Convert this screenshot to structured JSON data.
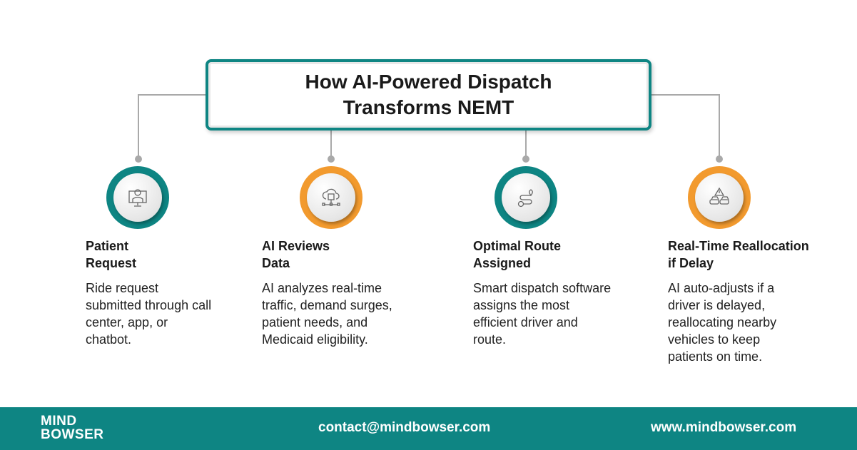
{
  "title": "How AI-Powered Dispatch Transforms NEMT",
  "colors": {
    "teal": "#0e8583",
    "orange": "#f29a2e",
    "connector": "#a9a9a9"
  },
  "steps": [
    {
      "heading": "Patient Request",
      "body": "Ride request submitted through call center, app, or chatbot.",
      "icon": "doctor-monitor-icon",
      "ring": "teal"
    },
    {
      "heading": "AI Reviews Data",
      "body": "AI analyzes real-time traffic, demand surges, patient needs, and Medicaid eligibility.",
      "icon": "cloud-network-icon",
      "ring": "orange"
    },
    {
      "heading": "Optimal Route Assigned",
      "body": "Smart dispatch software assigns the most efficient driver and route.",
      "icon": "route-pin-icon",
      "ring": "teal"
    },
    {
      "heading": "Real-Time Reallocation if Delay",
      "body": "AI auto-adjusts if a driver is delayed, reallocating nearby vehicles to keep patients on time.",
      "icon": "traffic-warning-icon",
      "ring": "orange"
    }
  ],
  "footer": {
    "logo_line1": "MIND",
    "logo_line2": "BOWSER",
    "email": "contact@mindbowser.com",
    "website": "www.mindbowser.com"
  }
}
